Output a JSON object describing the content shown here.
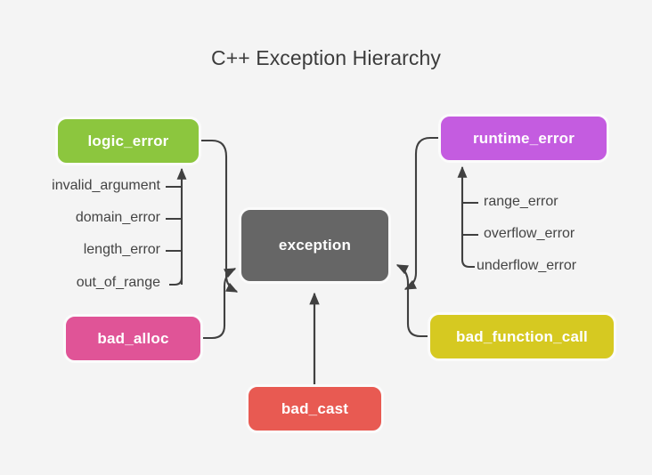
{
  "diagram": {
    "title": "C++ Exception Hierarchy",
    "background_color": "#f4f4f4",
    "title_color": "#3c3c3c",
    "edge_color": "#404040",
    "leaf_label_color": "#444444",
    "root": {
      "label": "exception",
      "color": "#666666"
    },
    "nodes": [
      {
        "label": "logic_error",
        "color": "#8cc63e"
      },
      {
        "label": "runtime_error",
        "color": "#c45ce0"
      },
      {
        "label": "bad_alloc",
        "color": "#e05497"
      },
      {
        "label": "bad_function_call",
        "color": "#d6c921"
      },
      {
        "label": "bad_cast",
        "color": "#e85a52"
      }
    ],
    "logic_error_children": [
      "invalid_argument",
      "domain_error",
      "length_error",
      "out_of_range"
    ],
    "runtime_error_children": [
      "range_error",
      "overflow_error",
      "underflow_error"
    ]
  }
}
